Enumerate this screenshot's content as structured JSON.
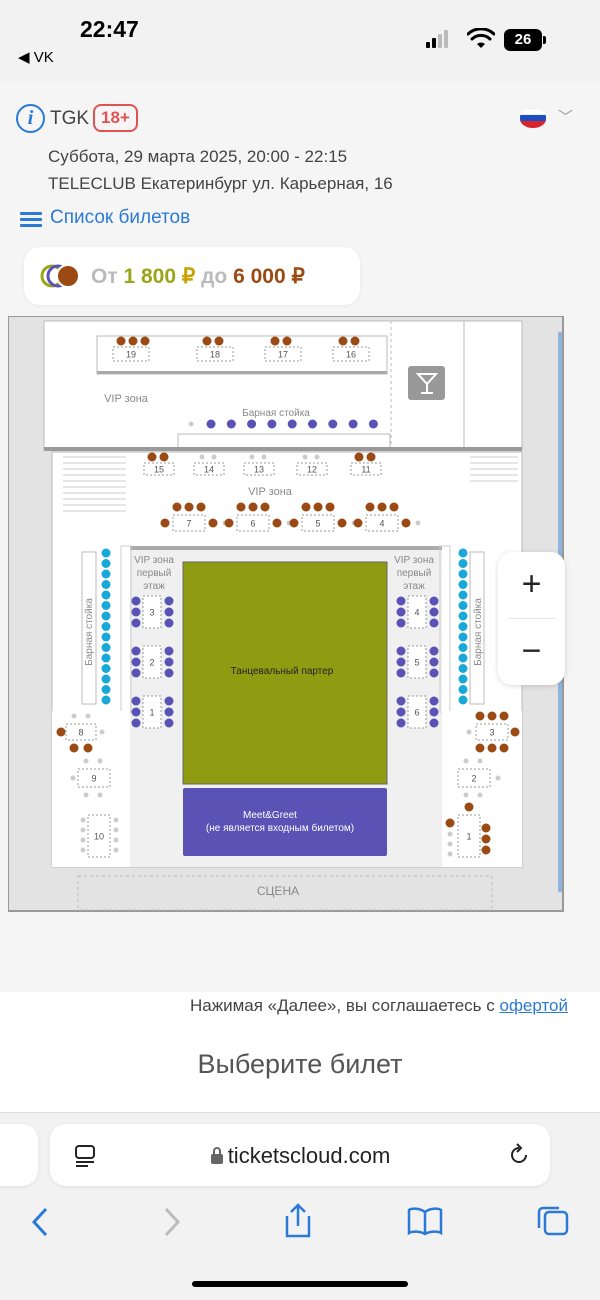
{
  "status_bar": {
    "time": "22:47",
    "back_app": "◀ VK",
    "battery": "26"
  },
  "event": {
    "organizer": "TGK",
    "age": "18+",
    "datetime": "Суббота, 29 марта 2025, 20:00 - 22:15",
    "venue": "TELECLUB Екатеринбург ул. Карьерная, 16",
    "ticket_list_link": "Список билетов"
  },
  "price": {
    "from_label": "От",
    "min": "1 800",
    "currency": "₽",
    "to_label": "до",
    "max": "6 000"
  },
  "map": {
    "vip_zone": "VIP зона",
    "bar_counter": "Барная стойка",
    "vip_first_floor": [
      "VIP зона",
      "первый",
      "этаж"
    ],
    "dance_floor": "Танцевальный партер",
    "meet_greet_line1": "Meet&Greet",
    "meet_greet_line2": "(не является входным билетом)",
    "stage": "СЦЕНА",
    "top_tables": [
      "19",
      "18",
      "17",
      "16"
    ],
    "row2_tables": [
      "15",
      "14",
      "13",
      "12",
      "11"
    ],
    "row3_tables": [
      "7",
      "6",
      "5",
      "4"
    ],
    "left_booths": [
      "3",
      "2",
      "1"
    ],
    "right_booths": [
      "4",
      "5",
      "6"
    ],
    "left_side_tables": [
      "8",
      "9",
      "10"
    ],
    "right_side_tables": [
      "3",
      "2",
      "1"
    ]
  },
  "zoom": {
    "plus": "+",
    "minus": "−"
  },
  "footer": {
    "agree_text": "Нажимая «Далее», вы соглашаетесь с ",
    "agree_link": "офертой",
    "choose": "Выберите билет"
  },
  "browser": {
    "url": "ticketscloud.com"
  },
  "colors": {
    "accent": "#2a7ad6",
    "dance_floor": "#8f9c12",
    "meet_greet": "#5a52b5",
    "brown_seat": "#9a4a12",
    "cyan_seat": "#1aa8d8",
    "purple_seat": "#5a52b5"
  }
}
